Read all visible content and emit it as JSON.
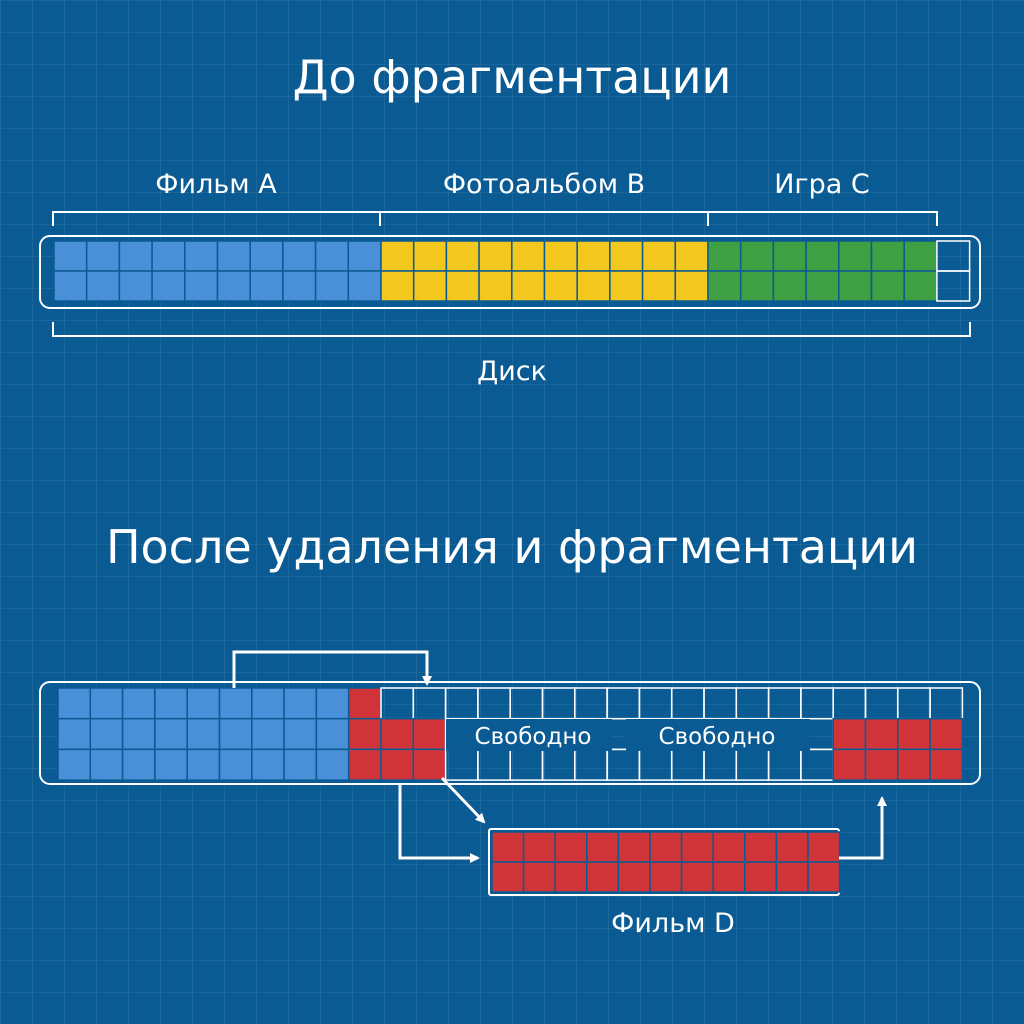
{
  "before": {
    "title": "До фрагментации",
    "segments": [
      {
        "label": "Фильм A",
        "color": "#4a90d9",
        "columns": 10
      },
      {
        "label": "Фотоальбом B",
        "color": "#f2c81e",
        "columns": 10
      },
      {
        "label": "Игра C",
        "color": "#3ea043",
        "columns": 7
      }
    ],
    "free_columns": 1,
    "disk_label": "Диск"
  },
  "after": {
    "title": "После удаления и фрагментации",
    "free_labels": [
      "Свободно",
      "Свободно"
    ],
    "moved_file_label": "Фильм D",
    "colors": {
      "film_a": "#4a90d9",
      "film_d": "#d13438"
    }
  }
}
